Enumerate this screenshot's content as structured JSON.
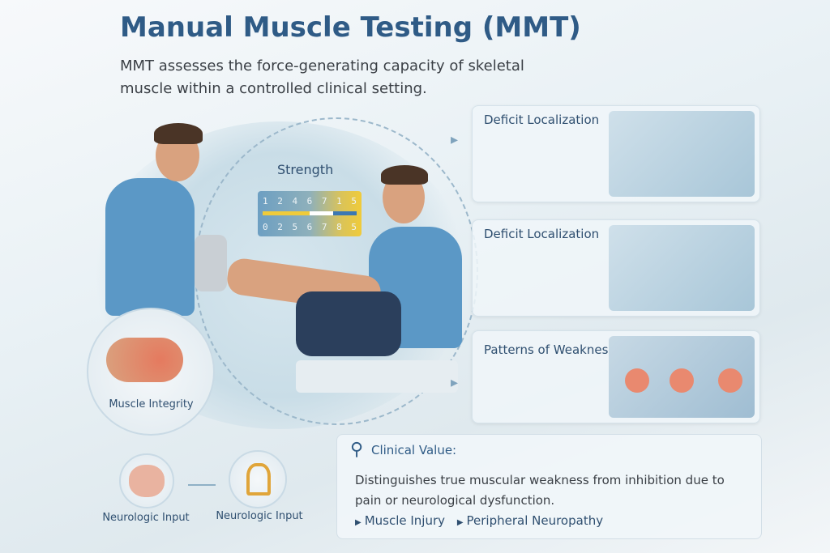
{
  "title": "Manual Muscle Testing (MMT)",
  "subtitle": "MMT assesses the force-generating capacity of skeletal muscle within a controlled clinical setting.",
  "strength": {
    "label": "Strength",
    "top_scale": [
      "1",
      "2",
      "4",
      "6",
      "7",
      "1",
      "5"
    ],
    "bottom_scale": [
      "0",
      "2",
      "5",
      "6",
      "7",
      "8",
      "5"
    ]
  },
  "cards": [
    {
      "label": "Deficit Localization"
    },
    {
      "label": "Deficit Localization"
    },
    {
      "label": "Patterns of Weakness"
    }
  ],
  "muscle_integrity": "Muscle Integrity",
  "neuro_left": "Neurologic Input",
  "neuro_right": "Neurologic Input",
  "clinical": {
    "title": "Clinical Value:",
    "description": "Distinguishes true muscular weakness from inhibition due to pain or neurological dysfunction.",
    "tags": [
      "Muscle Injury",
      "Peripheral Neuropathy"
    ]
  }
}
